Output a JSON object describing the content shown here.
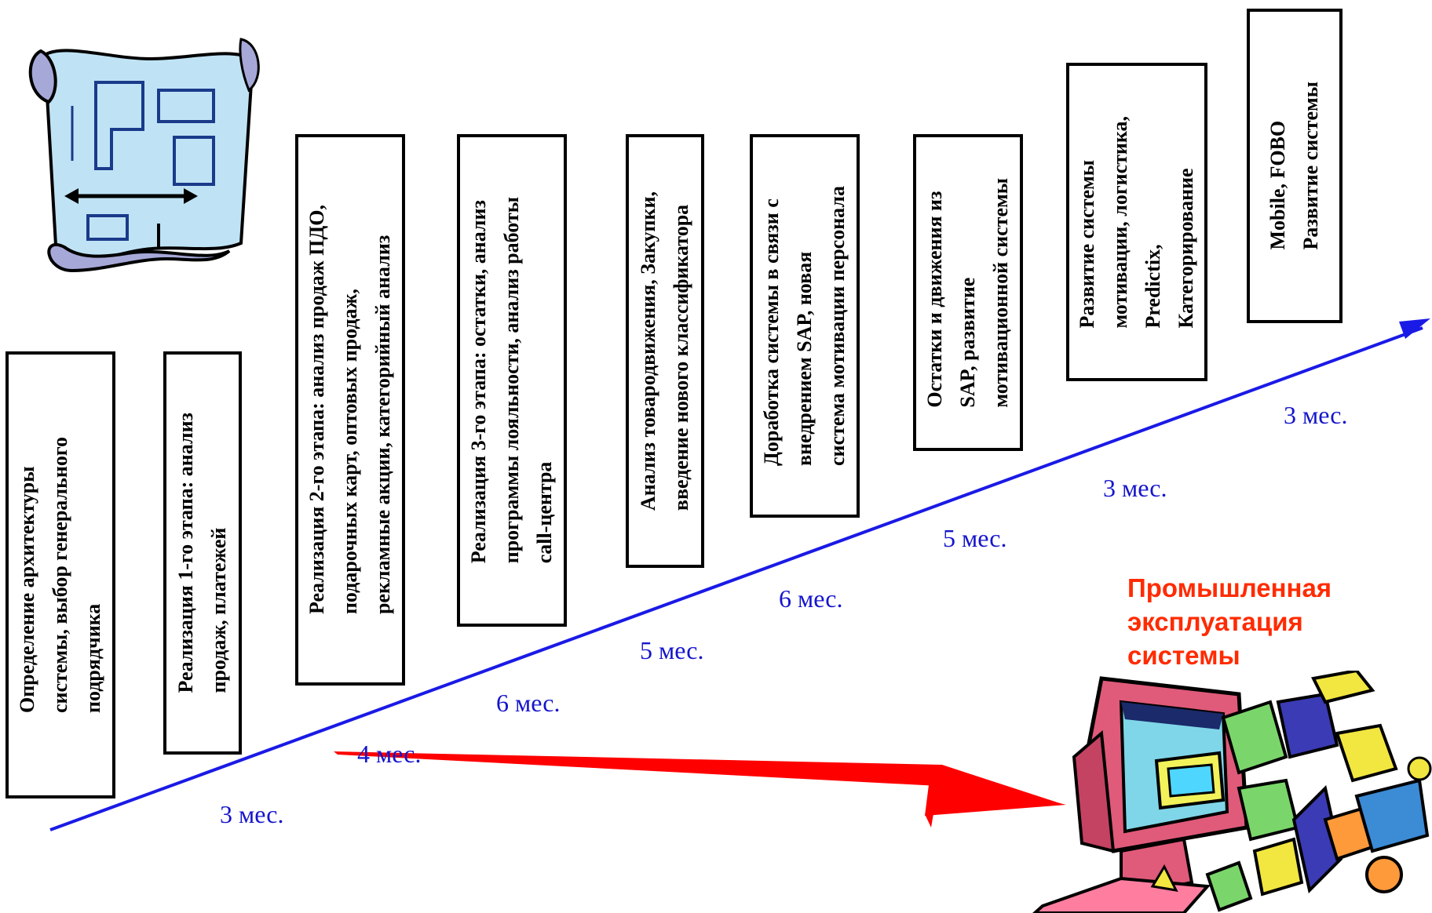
{
  "stages": [
    {
      "text": "Определение  архитектуры\nсистемы, выбор генерального\nподрядчика"
    },
    {
      "text": "Реализация 1-го этапа: анализ\nпродаж, платежей"
    },
    {
      "text": "Реализация 2-го этапа: анализ продаж ПДО,\nподарочных карт, оптовых продаж,\nрекламные акции,  категорийный анализ"
    },
    {
      "text": "Реализация  3-го этапа: остатки, анализ\nпрограммы лояльности, анализ работы\ncall-центра"
    },
    {
      "text": "Анализ товародвижения, Закупки,\nвведение нового классификатора"
    },
    {
      "text": "Доработка системы в связи с\nвнедрением SAP, новая\nсистема мотивации персонала"
    },
    {
      "text": "Остатки и движения из\nSAP, развитие\nмотивационной системы"
    },
    {
      "text": "Развитие системы\nмотивации, логистика,\nPredictix,\nКатегорирование"
    },
    {
      "text": "Mobile, FOBO\nРазвитие системы"
    }
  ],
  "durations": [
    "3 мес.",
    "4 мес.",
    "6 мес.",
    "5 мес.",
    "6 мес.",
    "5 мес.",
    "3 мес.",
    "3 мес."
  ],
  "production_label": "Промышленная\nэксплуатация\nсистемы",
  "icons": {
    "blueprint": "blueprint-scroll-icon",
    "computer": "computer-clipart-icon"
  },
  "colors": {
    "timeline": "#1a1ae6",
    "arrow": "#ff0000",
    "duration_text": "#1515cc",
    "production_text": "#ff2b00"
  }
}
